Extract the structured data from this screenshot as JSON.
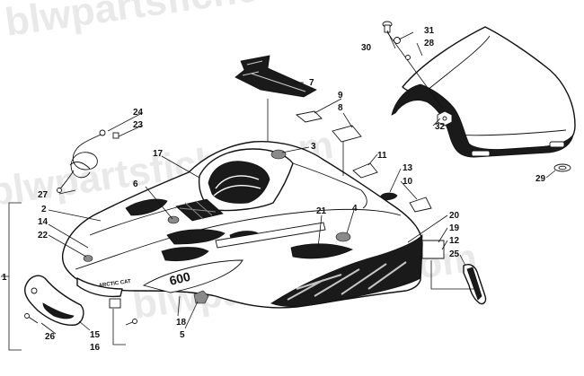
{
  "watermark": "blwpartsfiche.com",
  "hood_text": {
    "badge": "ARCTIC CAT",
    "model": "600"
  },
  "callouts": [
    {
      "id": "c1",
      "label": "1"
    },
    {
      "id": "c2",
      "label": "2"
    },
    {
      "id": "c3",
      "label": "3"
    },
    {
      "id": "c4",
      "label": "4"
    },
    {
      "id": "c5",
      "label": "5"
    },
    {
      "id": "c6",
      "label": "6"
    },
    {
      "id": "c7",
      "label": "7"
    },
    {
      "id": "c8",
      "label": "8"
    },
    {
      "id": "c9",
      "label": "9"
    },
    {
      "id": "c10",
      "label": "10"
    },
    {
      "id": "c11",
      "label": "11"
    },
    {
      "id": "c12",
      "label": "12"
    },
    {
      "id": "c13",
      "label": "13"
    },
    {
      "id": "c14",
      "label": "14"
    },
    {
      "id": "c15",
      "label": "15"
    },
    {
      "id": "c16",
      "label": "16"
    },
    {
      "id": "c17",
      "label": "17"
    },
    {
      "id": "c18",
      "label": "18"
    },
    {
      "id": "c19",
      "label": "19"
    },
    {
      "id": "c20",
      "label": "20"
    },
    {
      "id": "c21",
      "label": "21"
    },
    {
      "id": "c22",
      "label": "22"
    },
    {
      "id": "c23",
      "label": "23"
    },
    {
      "id": "c24",
      "label": "24"
    },
    {
      "id": "c25",
      "label": "25"
    },
    {
      "id": "c26",
      "label": "26"
    },
    {
      "id": "c27",
      "label": "27"
    },
    {
      "id": "c28",
      "label": "28"
    },
    {
      "id": "c29",
      "label": "29"
    },
    {
      "id": "c30",
      "label": "30"
    },
    {
      "id": "c31",
      "label": "31"
    },
    {
      "id": "c32",
      "label": "32"
    }
  ]
}
